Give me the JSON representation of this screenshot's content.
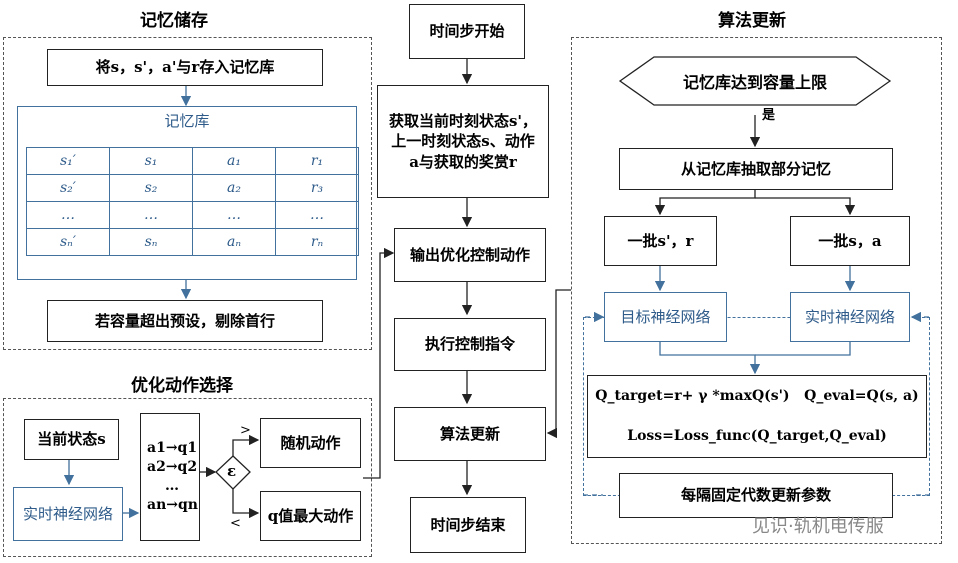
{
  "memory": {
    "title": "记忆储存",
    "store_step": "将s，s'，a'与r存入记忆库",
    "library_title": "记忆库",
    "table": [
      [
        "s₁′",
        "s₁",
        "a₁",
        "r₁"
      ],
      [
        "s₂′",
        "s₂",
        "a₂",
        "r₃"
      ],
      [
        "…",
        "…",
        "…",
        "…"
      ],
      [
        "sₙ′",
        "sₙ",
        "aₙ",
        "rₙ"
      ]
    ],
    "evict_step": "若容量超出预设，剔除首行"
  },
  "action": {
    "title": "优化动作选择",
    "current_state": "当前状态s",
    "realtime_net": "实时神经网络",
    "q_list": [
      "a1→q1",
      "a2→q2",
      "…",
      "an→qn"
    ],
    "epsilon": "ε",
    "gt": ">",
    "lt": "<",
    "random": "随机动作",
    "max_q": "q值最大动作"
  },
  "flow": {
    "start": "时间步开始",
    "get_state": "获取当前时刻状态s'，上一时刻状态s、动作a与获取的奖赏r",
    "output": "输出优化控制动作",
    "execute": "执行控制指令",
    "update": "算法更新",
    "end": "时间步结束"
  },
  "algo": {
    "title": "算法更新",
    "cond": "记忆库达到容量上限",
    "yes": "是",
    "sample": "从记忆库抽取部分记忆",
    "batch1": "一批s'，r",
    "batch2": "一批s，a",
    "target_net": "目标神经网络",
    "realtime_net": "实时神经网络",
    "formula1": "Q_target=r+ γ *maxQ(s')   Q_eval=Q(s, a)",
    "formula2": "Loss=Loss_func(Q_target,Q_eval)",
    "update_params": "每隔固定代数更新参数"
  },
  "watermark": "见识·轨机电传服"
}
